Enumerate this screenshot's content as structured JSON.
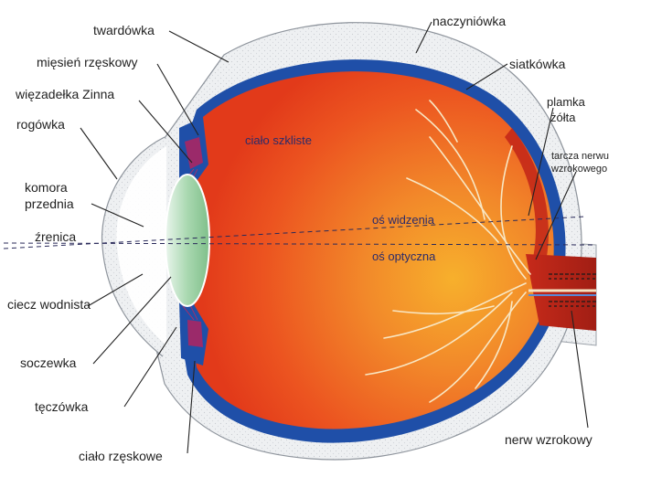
{
  "labels": {
    "sclera": "twardówka",
    "choroid": "naczyniówka",
    "ciliary_muscle": "mięsień rzęskowy",
    "zonule": "więzadełka Zinna",
    "retina": "siatkówka",
    "macula_line1": "plamka",
    "macula_line2": "żółta",
    "cornea": "rogówka",
    "vitreous": "ciało szkliste",
    "optic_disc_line1": "tarcza nerwu",
    "optic_disc_line2": "wzrokowego",
    "anterior_chamber_line1": "komora",
    "anterior_chamber_line2": "przednia",
    "visual_axis": "oś widzenia",
    "pupil": "źrenica",
    "optical_axis": "oś optyczna",
    "aqueous": "ciecz wodnista",
    "lens": "soczewka",
    "iris": "tęczówka",
    "optic_nerve": "nerw wzrokowy",
    "ciliary_body": "ciało rzęskowe"
  },
  "colors": {
    "sclera_fill": "#eef0f2",
    "choroid_blue": "#1f4fa8",
    "vitreous_red": "#e8401c",
    "vitreous_orange": "#f29a24",
    "retina_red": "#d22a18",
    "lens_green": "#a9d8b0",
    "vessel": "#f6e6c8",
    "leader": "#222222"
  }
}
